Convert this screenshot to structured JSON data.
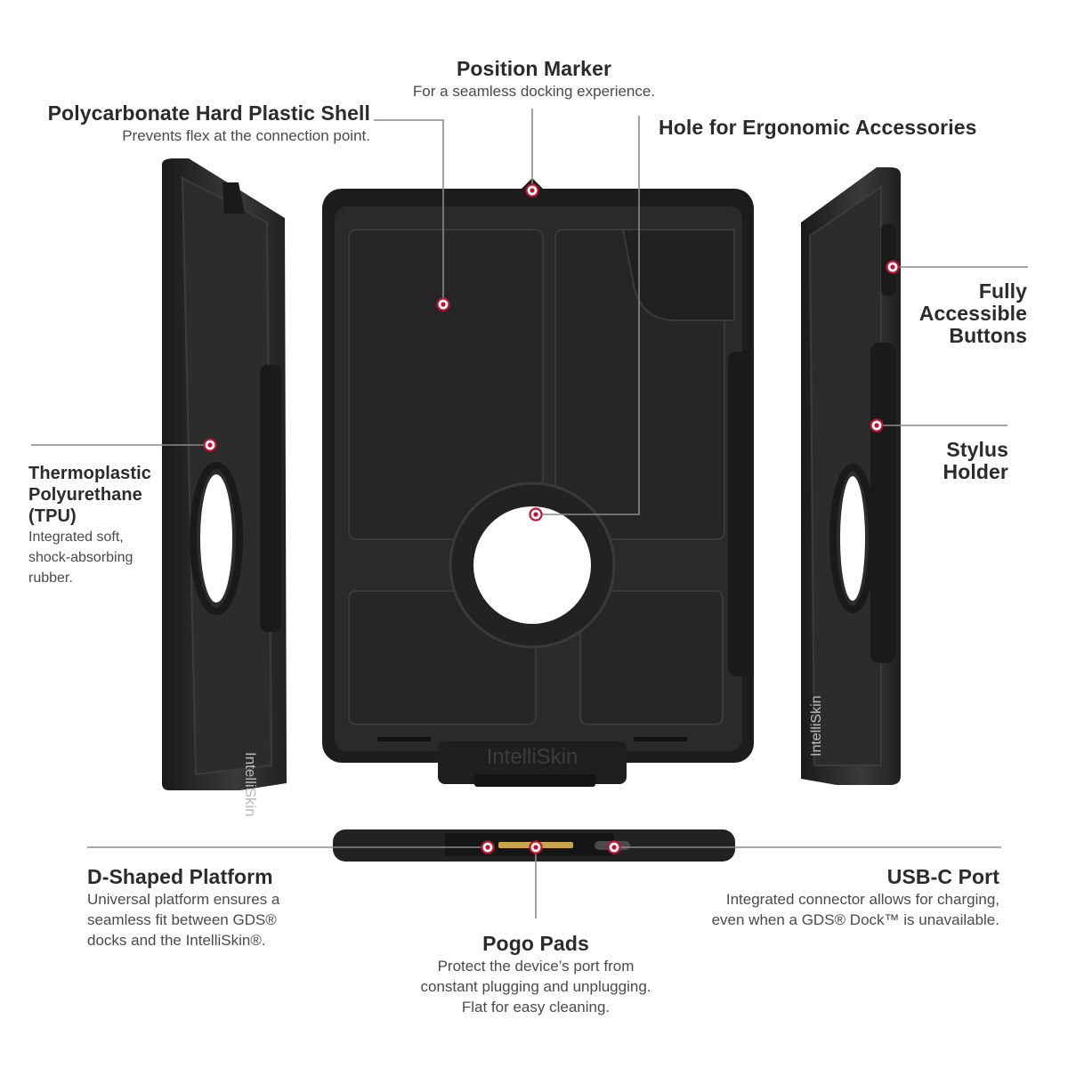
{
  "callouts": {
    "position_marker": {
      "title": "Position Marker",
      "desc": "For a seamless docking experience."
    },
    "shell": {
      "title": "Polycarbonate Hard Plastic Shell",
      "desc": "Prevents flex at the connection point."
    },
    "hole": {
      "title": "Hole for Ergonomic Accessories"
    },
    "buttons": {
      "title_lines": [
        "Fully",
        "Accessible",
        "Buttons"
      ]
    },
    "stylus": {
      "title_lines": [
        "Stylus",
        "Holder"
      ]
    },
    "tpu": {
      "title_lines": [
        "Thermoplastic",
        "Polyurethane",
        "(TPU)"
      ],
      "desc_lines": [
        "Integrated soft,",
        "shock-absorbing",
        "rubber."
      ]
    },
    "d_platform": {
      "title": "D-Shaped Platform",
      "desc_lines": [
        "Universal platform ensures a",
        "seamless fit between GDS®",
        "docks and the IntelliSkin®."
      ]
    },
    "usbc": {
      "title": "USB-C Port",
      "desc_lines": [
        "Integrated connector allows for charging,",
        "even when a GDS® Dock™ is unavailable."
      ]
    },
    "pogo": {
      "title": "Pogo Pads",
      "desc_lines": [
        "Protect the device’s port from",
        "constant plugging and unplugging.",
        "Flat for easy cleaning."
      ]
    }
  },
  "product": {
    "brand_text": "IntelliSkin",
    "side_brand_text": "IntelliSkin",
    "case_color": "#2a2a2a",
    "accent_color": "#c8102e"
  }
}
